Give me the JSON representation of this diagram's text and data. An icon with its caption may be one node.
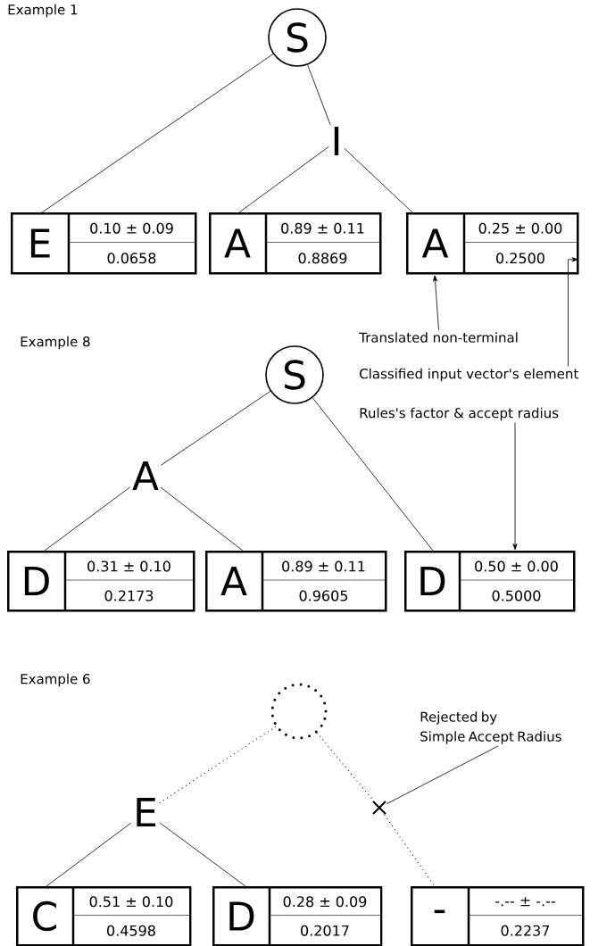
{
  "diagram": {
    "nodes": [
      {
        "text": [
          "S"
        ]
      },
      {
        "text": [
          "I"
        ]
      },
      {
        "text": [
          "E",
          "0.10 ± 0.09",
          "0.0658"
        ]
      },
      {
        "text": [
          "A",
          "0.89 ± 0.11",
          "0.8869"
        ]
      },
      {
        "text": [
          "A",
          "0.25 ± 0.00",
          "0.2500"
        ]
      },
      {
        "text": [
          "Translated non-terminal"
        ]
      },
      {
        "text": [
          "Classified input vector's element"
        ]
      },
      {
        "text": [
          "Rules's factor & accept radius"
        ]
      },
      {
        "text": [
          "S"
        ]
      },
      {
        "text": [
          "A"
        ]
      },
      {
        "text": [
          "D",
          "0.31 ± 0.10",
          "0.2173"
        ]
      },
      {
        "text": [
          "A",
          "0.89 ± 0.11",
          "0.9605"
        ]
      },
      {
        "text": [
          "D",
          "0.50 ± 0.00",
          "0.5000"
        ]
      },
      {
        "text": [],
        "shape": "circle"
      },
      {
        "text": [
          "E"
        ]
      },
      {
        "text": [],
        "shape": "cross"
      },
      {
        "text": [
          "Rejected by Simple Accept Radius"
        ]
      },
      {
        "text": [
          "C",
          "0.51 ± 0.10",
          "0.4598"
        ]
      },
      {
        "text": [
          "D",
          "0.28 ± 0.09",
          "0.2017"
        ]
      },
      {
        "text": [
          "-",
          "-.-- ± -.--",
          "0.2237"
        ]
      }
    ],
    "edges": [
      {
        "from": 0,
        "to": 2,
        "arrow": "none"
      },
      {
        "from": 0,
        "to": 1,
        "arrow": "none"
      },
      {
        "from": 1,
        "to": 3,
        "arrow": "none"
      },
      {
        "from": 1,
        "to": 4,
        "arrow": "none"
      },
      {
        "from": 5,
        "to": 4,
        "arrow": "to"
      },
      {
        "from": 6,
        "to": 4,
        "arrow": "to"
      },
      {
        "from": 7,
        "to": 12,
        "arrow": "to"
      },
      {
        "from": 8,
        "to": 9,
        "arrow": "none"
      },
      {
        "from": 8,
        "to": 12,
        "arrow": "none"
      },
      {
        "from": 9,
        "to": 10,
        "arrow": "none"
      },
      {
        "from": 9,
        "to": 11,
        "arrow": "none"
      },
      {
        "from": 13,
        "to": 14,
        "arrow": "none",
        "style": "dashed"
      },
      {
        "from": 13,
        "to": 15,
        "arrow": "none",
        "style": "dashed"
      },
      {
        "from": 15,
        "to": 19,
        "arrow": "none",
        "style": "dashed"
      },
      {
        "from": 16,
        "to": 15,
        "arrow": "none"
      },
      {
        "from": 14,
        "to": 17,
        "arrow": "none"
      },
      {
        "from": 14,
        "to": 18,
        "arrow": "none"
      }
    ],
    "labels": [
      "Example 1",
      "Example 8",
      "Example 6"
    ]
  }
}
